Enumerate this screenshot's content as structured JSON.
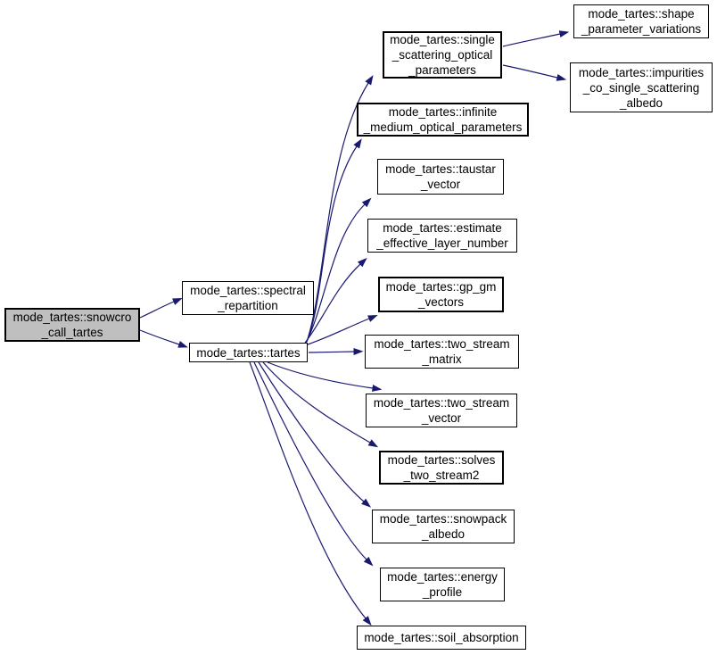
{
  "diagram": {
    "type": "call-graph",
    "colors": {
      "edge": "#191970",
      "node_border": "#000000",
      "node_fill": "#ffffff",
      "highlight_fill": "#bfbfbf",
      "text": "#000000",
      "background": "#ffffff"
    },
    "nodes": [
      {
        "id": "snowcro_call_tartes",
        "label": "mode_tartes::snowcro\n_call_tartes",
        "highlighted": true
      },
      {
        "id": "spectral_repartition",
        "label": "mode_tartes::spectral\n_repartition"
      },
      {
        "id": "tartes",
        "label": "mode_tartes::tartes"
      },
      {
        "id": "single_scattering_optical_parameters",
        "label": "mode_tartes::single\n_scattering_optical\n_parameters"
      },
      {
        "id": "shape_parameter_variations",
        "label": "mode_tartes::shape\n_parameter_variations"
      },
      {
        "id": "impurities_co_single_scattering_albedo",
        "label": "mode_tartes::impurities\n_co_single_scattering\n_albedo"
      },
      {
        "id": "infinite_medium_optical_parameters",
        "label": "mode_tartes::infinite\n_medium_optical_parameters"
      },
      {
        "id": "taustar_vector",
        "label": "mode_tartes::taustar\n_vector"
      },
      {
        "id": "estimate_effective_layer_number",
        "label": "mode_tartes::estimate\n_effective_layer_number"
      },
      {
        "id": "gp_gm_vectors",
        "label": "mode_tartes::gp_gm\n_vectors"
      },
      {
        "id": "two_stream_matrix",
        "label": "mode_tartes::two_stream\n_matrix"
      },
      {
        "id": "two_stream_vector",
        "label": "mode_tartes::two_stream\n_vector"
      },
      {
        "id": "solves_two_stream2",
        "label": "mode_tartes::solves\n_two_stream2"
      },
      {
        "id": "snowpack_albedo",
        "label": "mode_tartes::snowpack\n_albedo"
      },
      {
        "id": "energy_profile",
        "label": "mode_tartes::energy\n_profile"
      },
      {
        "id": "soil_absorption",
        "label": "mode_tartes::soil_absorption"
      }
    ],
    "edges": [
      {
        "from": "snowcro_call_tartes",
        "to": "spectral_repartition"
      },
      {
        "from": "snowcro_call_tartes",
        "to": "tartes"
      },
      {
        "from": "tartes",
        "to": "single_scattering_optical_parameters"
      },
      {
        "from": "tartes",
        "to": "infinite_medium_optical_parameters"
      },
      {
        "from": "tartes",
        "to": "taustar_vector"
      },
      {
        "from": "tartes",
        "to": "estimate_effective_layer_number"
      },
      {
        "from": "tartes",
        "to": "gp_gm_vectors"
      },
      {
        "from": "tartes",
        "to": "two_stream_matrix"
      },
      {
        "from": "tartes",
        "to": "two_stream_vector"
      },
      {
        "from": "tartes",
        "to": "solves_two_stream2"
      },
      {
        "from": "tartes",
        "to": "snowpack_albedo"
      },
      {
        "from": "tartes",
        "to": "energy_profile"
      },
      {
        "from": "tartes",
        "to": "soil_absorption"
      },
      {
        "from": "single_scattering_optical_parameters",
        "to": "shape_parameter_variations"
      },
      {
        "from": "single_scattering_optical_parameters",
        "to": "impurities_co_single_scattering_albedo"
      }
    ]
  }
}
